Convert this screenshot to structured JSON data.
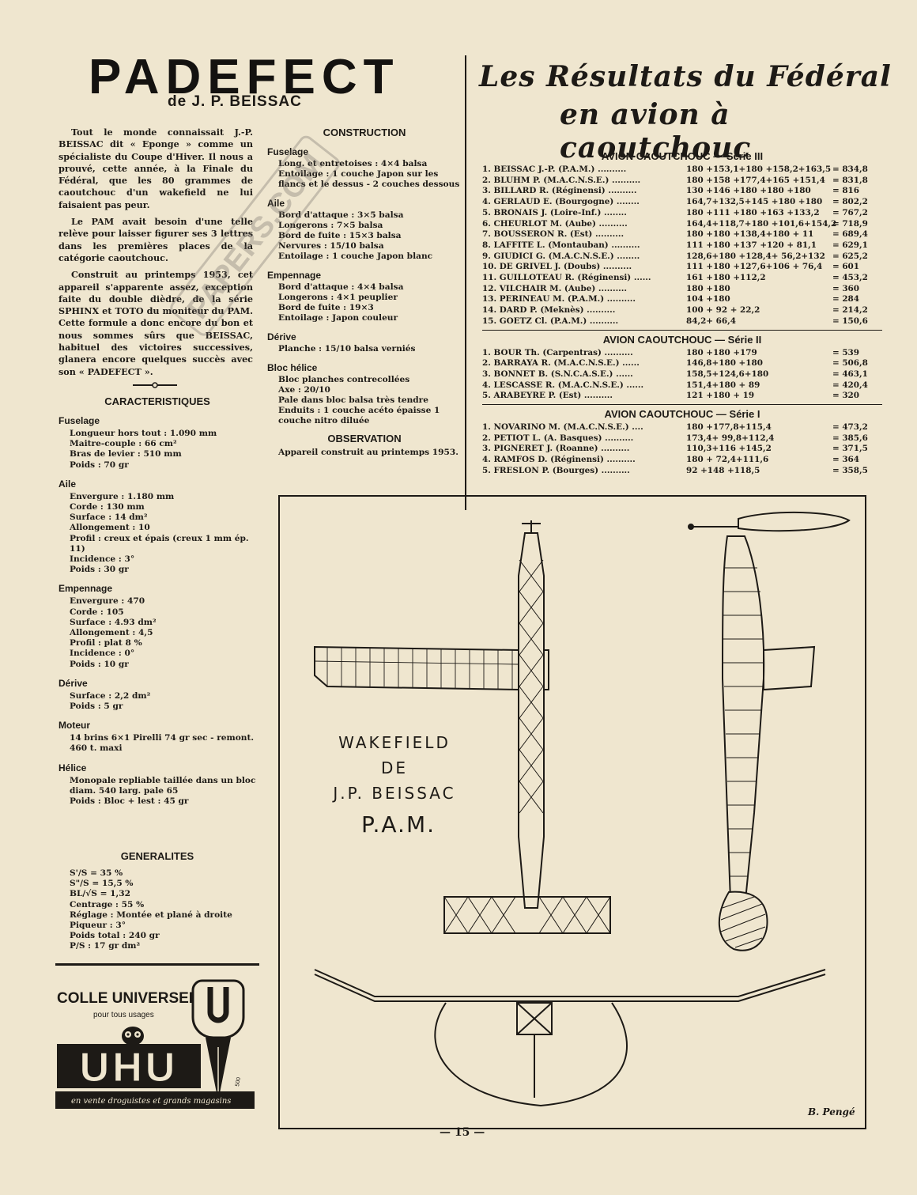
{
  "header": {
    "title": "PADEFECT",
    "byline": "de J. P. BEISSAC"
  },
  "results_header": {
    "line1": "Les Résultats du Fédéral",
    "line2": "en avion à caoutchouc"
  },
  "intro": [
    "Tout le monde connaissait J.-P. BEISSAC dit « Eponge » comme un spécialiste du Coupe d'Hiver. Il nous a prouvé, cette année, à la Finale du Fédéral, que les 80 grammes de caoutchouc d'un wakefield ne lui faisaient pas peur.",
    "Le PAM avait besoin d'une telle relève pour laisser figurer ses 3 lettres dans les premières places de la catégorie caoutchouc.",
    "Construit au printemps 1953, cet appareil s'apparente assez, exception faite du double dièdre, de la série SPHINX et TOTO du moniteur du PAM. Cette formule a donc encore du bon et nous sommes sûrs que BEISSAC, habituel des victoires successives, glanera encore quelques succès avec son « PADEFECT »."
  ],
  "characteristics": {
    "title": "CARACTERISTIQUES",
    "sections": [
      {
        "label": "Fuselage",
        "lines": [
          "Longueur hors tout : 1.090 mm",
          "Maitre-couple : 66 cm²",
          "Bras de levier : 510 mm",
          "Poids : 70 gr"
        ]
      },
      {
        "label": "Aile",
        "lines": [
          "Envergure : 1.180 mm",
          "Corde : 130 mm",
          "Surface : 14 dm²",
          "Allongement : 10",
          "Profil : creux et épais (creux 1 mm ép. 11)",
          "Incidence : 3°",
          "Poids : 30 gr"
        ]
      },
      {
        "label": "Empennage",
        "lines": [
          "Envergure : 470",
          "Corde : 105",
          "Surface : 4.93 dm²",
          "Allongement : 4,5",
          "Profil : plat 8 %",
          "Incidence : 0°",
          "Poids : 10 gr"
        ]
      },
      {
        "label": "Dérive",
        "lines": [
          "Surface : 2,2 dm²",
          "Poids : 5 gr"
        ]
      },
      {
        "label": "Moteur",
        "lines": [
          "14 brins 6×1 Pirelli 74 gr sec - remont. 460 t. maxi"
        ]
      },
      {
        "label": "Hélice",
        "lines": [
          "Monopale repliable taillée dans un bloc diam. 540 larg. pale 65",
          "Poids : Bloc + lest : 45 gr"
        ]
      }
    ]
  },
  "generalites": {
    "title": "GENERALITES",
    "lines": [
      "S'/S = 35 %",
      "S\"/S = 15,5 %",
      "BL/√S = 1,32",
      "Centrage : 55 %",
      "Réglage : Montée et plané à droite",
      "Piqueur : 3°",
      "Poids total : 240 gr",
      "P/S : 17 gr dm²"
    ]
  },
  "construction": {
    "title": "CONSTRUCTION",
    "sections": [
      {
        "label": "Fuselage",
        "lines": [
          "Long. et entretoises : 4×4 balsa",
          "Entoilage : 1 couche Japon sur les flancs et le dessus - 2 couches dessous"
        ]
      },
      {
        "label": "Aile",
        "lines": [
          "Bord d'attaque : 3×5 balsa",
          "Longerons : 7×5 balsa",
          "Bord de fuite : 15×3 balsa",
          "Nervures : 15/10 balsa",
          "Entoilage : 1 couche Japon blanc"
        ]
      },
      {
        "label": "Empennage",
        "lines": [
          "Bord d'attaque : 4×4 balsa",
          "Longerons : 4×1 peuplier",
          "Bord de fuite : 19×3",
          "Entoilage : Japon couleur"
        ]
      },
      {
        "label": "Dérive",
        "lines": [
          "Planche : 15/10 balsa verniés"
        ]
      },
      {
        "label": "Bloc hélice",
        "lines": [
          "Bloc planches contrecollées",
          "Axe : 20/10",
          "Pale dans bloc balsa très tendre",
          "Enduits : 1 couche acéto épaisse 1 couche nitro diluée"
        ]
      }
    ],
    "observation_title": "OBSERVATION",
    "observation": "Appareil construit au printemps 1953."
  },
  "results": [
    {
      "title": "AVION CAOUTCHOUC — Série III",
      "rows": [
        {
          "name": "1. BEISSAC J.-P. (P.A.M.) ..........",
          "score": "180 +153,1+180 +158,2+163,5",
          "total": "= 834,8"
        },
        {
          "name": "2. BLUHM P. (M.A.C.N.S.E.) ..........",
          "score": "180 +158 +177,4+165 +151,4",
          "total": "= 831,8"
        },
        {
          "name": "3. BILLARD R. (Réginensi) ..........",
          "score": "130 +146 +180 +180 +180",
          "total": "= 816"
        },
        {
          "name": "4. GERLAUD E. (Bourgogne) ........",
          "score": "164,7+132,5+145 +180 +180",
          "total": "= 802,2"
        },
        {
          "name": "5. BRONAIS J. (Loire-Inf.) ........",
          "score": "180 +111 +180 +163 +133,2",
          "total": "= 767,2"
        },
        {
          "name": "6. CHEURLOT M. (Aube) ..........",
          "score": "164,4+118,7+180 +101,6+154,2",
          "total": "= 718,9"
        },
        {
          "name": "7. BOUSSERON R. (Est) ..........",
          "score": "180 +180 +138,4+180 + 11",
          "total": "= 689,4"
        },
        {
          "name": "8. LAFFITE L. (Montauban) ..........",
          "score": "111 +180 +137 +120 + 81,1",
          "total": "= 629,1"
        },
        {
          "name": "9. GIUDICI G. (M.A.C.N.S.E.) ........",
          "score": "128,6+180 +128,4+ 56,2+132",
          "total": "= 625,2"
        },
        {
          "name": "10. DE GRIVEL J. (Doubs) ..........",
          "score": "111 +180 +127,6+106 + 76,4",
          "total": "= 601"
        },
        {
          "name": "11. GUILLOTEAU R. (Réginensi) ......",
          "score": "161 +180 +112,2",
          "total": "= 453,2"
        },
        {
          "name": "12. VILCHAIR M. (Aube) ..........",
          "score": "180 +180",
          "total": "= 360"
        },
        {
          "name": "13. PERINEAU M. (P.A.M.) ..........",
          "score": "104 +180",
          "total": "= 284"
        },
        {
          "name": "14. DARD P. (Meknès) ..........",
          "score": "100 + 92 + 22,2",
          "total": "= 214,2"
        },
        {
          "name": "15. GOETZ Cl. (P.A.M.) ..........",
          "score": "84,2+ 66,4",
          "total": "= 150,6"
        }
      ]
    },
    {
      "title": "AVION CAOUTCHOUC — Série II",
      "rows": [
        {
          "name": "1. BOUR Th. (Carpentras) ..........",
          "score": "180 +180 +179",
          "total": "= 539"
        },
        {
          "name": "2. BARRAYA R. (M.A.C.N.S.E.) ......",
          "score": "146,8+180 +180",
          "total": "= 506,8"
        },
        {
          "name": "3. BONNET B. (S.N.C.A.S.E.) ......",
          "score": "158,5+124,6+180",
          "total": "= 463,1"
        },
        {
          "name": "4. LESCASSE R. (M.A.C.N.S.E.) ......",
          "score": "151,4+180 + 89",
          "total": "= 420,4"
        },
        {
          "name": "5. ARABEYRE P. (Est) ..........",
          "score": "121 +180 + 19",
          "total": "= 320"
        }
      ]
    },
    {
      "title": "AVION CAOUTCHOUC — Série I",
      "rows": [
        {
          "name": "1. NOVARINO M. (M.A.C.N.S.E.) ....",
          "score": "180 +177,8+115,4",
          "total": "= 473,2"
        },
        {
          "name": "2. PETIOT L. (A. Basques) ..........",
          "score": "173,4+ 99,8+112,4",
          "total": "= 385,6"
        },
        {
          "name": "3. PIGNERET J. (Roanne) ..........",
          "score": "110,3+116 +145,2",
          "total": "= 371,5"
        },
        {
          "name": "4. RAMFOS D. (Réginensi) ..........",
          "score": "180 + 72,4+111,6",
          "total": "= 364"
        },
        {
          "name": "5. FRESLON P. (Bourges) ..........",
          "score": "92 +148 +118,5",
          "total": "= 358,5"
        }
      ]
    }
  ],
  "drawing": {
    "caption1": "WAKEFIELD",
    "caption2": "DE",
    "caption3": "J.P. BEISSAC",
    "caption4": "P.A.M.",
    "signature": "B. Pengé"
  },
  "ad": {
    "headline": "COLLE UNIVERSELLE",
    "sub": "pour tous usages",
    "brand": "UHU",
    "footer": "en vente droguistes et grands magasins",
    "tube_mark": "500"
  },
  "stamp": {
    "text": "PAPERS.COM"
  },
  "page_number": "— 15 —"
}
